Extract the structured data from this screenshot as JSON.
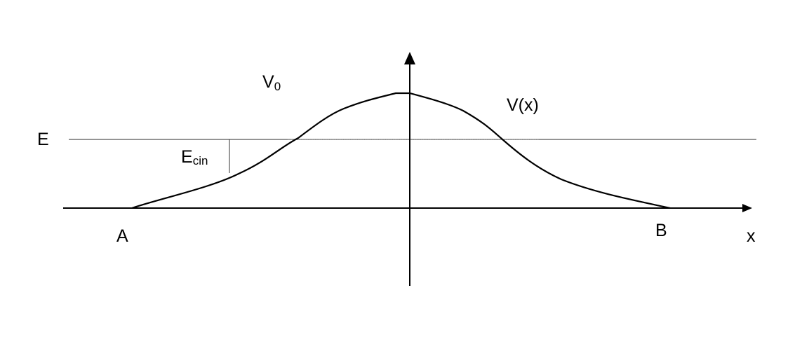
{
  "diagram": {
    "title": "Potential barrier V(x) with energy level E",
    "labels": {
      "energy": "E",
      "kinetic_energy_main": "E",
      "kinetic_energy_sub": "cin",
      "barrier_height_main": "V",
      "barrier_height_sub": "0",
      "potential": "V(x)",
      "point_a": "A",
      "point_b": "B",
      "x_axis": "x"
    },
    "colors": {
      "curve": "#000000",
      "axes": "#000000",
      "energy_line": "#555555",
      "background": "#ffffff"
    },
    "elements": [
      "potential-curve",
      "energy-level-line",
      "kinetic-energy-marker",
      "x-axis-arrow",
      "vertical-axis-arrow"
    ]
  }
}
